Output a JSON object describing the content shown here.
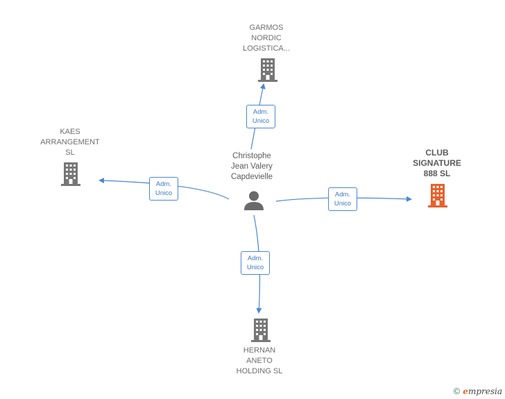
{
  "person": {
    "name_lines": [
      "Christophe",
      "Jean Valery",
      "Capdevielle"
    ],
    "icon": "person-icon"
  },
  "companies": {
    "garmos": {
      "lines": [
        "GARMOS",
        "NORDIC",
        "LOGISTICA..."
      ],
      "icon": "building-icon"
    },
    "kaes": {
      "lines": [
        "KAES",
        "ARRANGEMENT",
        "SL"
      ],
      "icon": "building-icon"
    },
    "club": {
      "lines": [
        "CLUB",
        "SIGNATURE",
        "888  SL"
      ],
      "icon": "building-icon",
      "highlight": true
    },
    "hernan": {
      "lines": [
        "HERNAN",
        "ANETO",
        "HOLDING  SL"
      ],
      "icon": "building-icon"
    }
  },
  "edges": {
    "garmos": [
      "Adm.",
      "Unico"
    ],
    "kaes": [
      "Adm.",
      "Unico"
    ],
    "club": [
      "Adm.",
      "Unico"
    ],
    "hernan": [
      "Adm.",
      "Unico"
    ]
  },
  "colors": {
    "edge": "#4a86d6",
    "building": "#777777",
    "building_highlight": "#e8612c",
    "person": "#6a6a6a"
  },
  "footer": {
    "copyright_symbol": "©",
    "brand_first": "e",
    "brand_rest": "mpresia"
  }
}
